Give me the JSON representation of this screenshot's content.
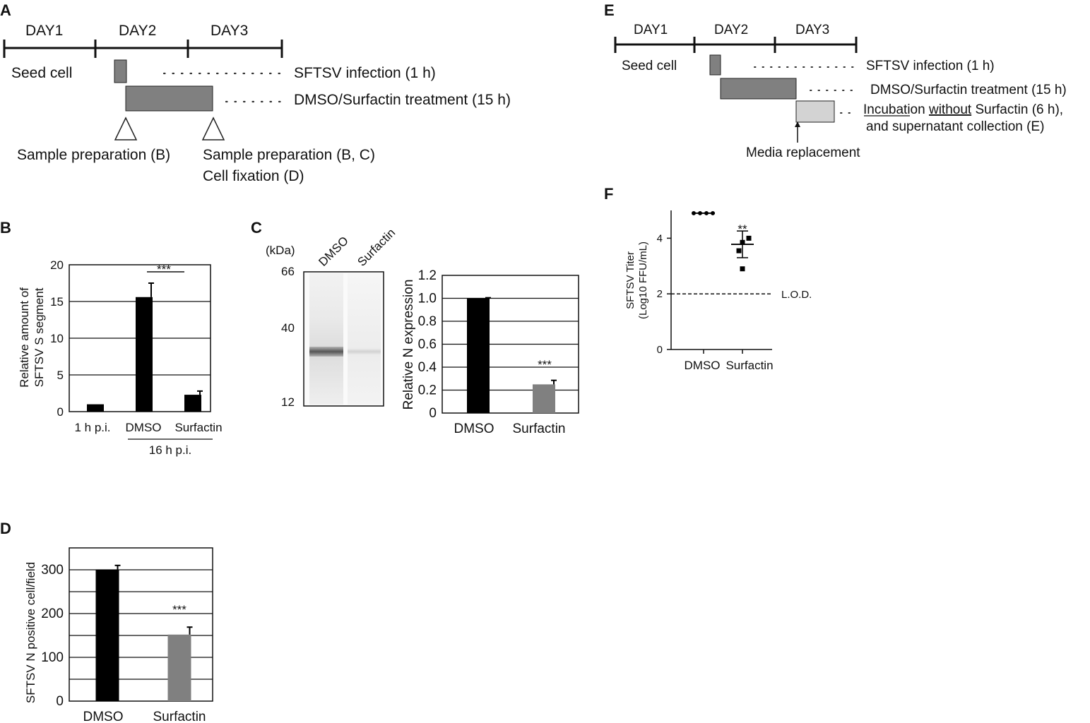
{
  "panels": {
    "A": {
      "letter": "A",
      "days": [
        "DAY1",
        "DAY2",
        "DAY3"
      ],
      "seed": "Seed cell",
      "infection": "SFTSV infection (1 h)",
      "treatment": "DMSO/Surfactin treatment (15 h)",
      "prep1": "Sample preparation (B)",
      "prep2": "Sample preparation (B, C)",
      "fix": "Cell fixation (D)"
    },
    "E": {
      "letter": "E",
      "days": [
        "DAY1",
        "DAY2",
        "DAY3"
      ],
      "seed": "Seed cell",
      "infection": "SFTSV infection (1 h)",
      "treatment": "DMSO/Surfactin treatment (15 h)",
      "incub_a": "Incubation ",
      "incub_b": "without",
      "incub_c": " Surfactin (6 h),",
      "incub_2": "and supernatant collection (E)",
      "media": "Media replacement"
    },
    "B": {
      "letter": "B",
      "group": "16 h p.i."
    },
    "C": {
      "letter": "C",
      "kda": "(kDa)",
      "markers": [
        "66",
        "40",
        "12"
      ],
      "lanes": [
        "DMSO",
        "Surfactin"
      ]
    },
    "D": {
      "letter": "D"
    },
    "F": {
      "letter": "F",
      "lod": "L.O.D."
    }
  },
  "chart_data": [
    {
      "id": "B",
      "type": "bar",
      "categories": [
        "1 h p.i.",
        "DMSO",
        "Surfactin"
      ],
      "values": [
        1.0,
        15.6,
        2.3
      ],
      "errors": [
        0,
        1.9,
        0.5
      ],
      "colors": [
        "#000000",
        "#000000",
        "#000000"
      ],
      "ylabel_line1": "Relative amount of",
      "ylabel_line2": "SFTSV S segment",
      "ylim": [
        0,
        20
      ],
      "yticks": [
        0,
        5,
        10,
        15,
        20
      ],
      "grid": true,
      "significance": "***"
    },
    {
      "id": "C",
      "type": "bar",
      "categories": [
        "DMSO",
        "Surfactin"
      ],
      "values": [
        1.0,
        0.25
      ],
      "errors": [
        0.005,
        0.035
      ],
      "colors": [
        "#000000",
        "#808080"
      ],
      "ylabel": "Relative N expression",
      "ylim": [
        0,
        1.2
      ],
      "yticks": [
        0,
        0.2,
        0.4,
        0.6,
        0.8,
        1.0,
        1.2
      ],
      "yticklabels": [
        "0",
        "0.2",
        "0.4",
        "0.6",
        "0.8",
        "1.0",
        "1.2"
      ],
      "grid": true,
      "significance": "***"
    },
    {
      "id": "D",
      "type": "bar",
      "categories": [
        "DMSO",
        "Surfactin"
      ],
      "values": [
        300,
        152
      ],
      "errors": [
        10,
        17
      ],
      "colors": [
        "#000000",
        "#808080"
      ],
      "ylabel": "SFTSV N positive cell/field",
      "ylim": [
        0,
        350
      ],
      "yticks": [
        0,
        100,
        200,
        300
      ],
      "grid": true,
      "significance": "***"
    },
    {
      "id": "F",
      "type": "scatter",
      "categories": [
        "DMSO",
        "Surfactin"
      ],
      "points": [
        [
          4.9,
          4.9,
          4.9,
          4.9
        ],
        [
          4.0,
          3.85,
          3.55,
          2.9
        ]
      ],
      "means": [
        4.9,
        3.78
      ],
      "sems": [
        0.02,
        0.48
      ],
      "ylabel_line1": "SFTSV Titer",
      "ylabel_line2": "(Log10 FFU/mL)",
      "ylim": [
        0,
        5
      ],
      "yticks": [
        0,
        2,
        4
      ],
      "lod": 2,
      "significance": "**"
    }
  ]
}
